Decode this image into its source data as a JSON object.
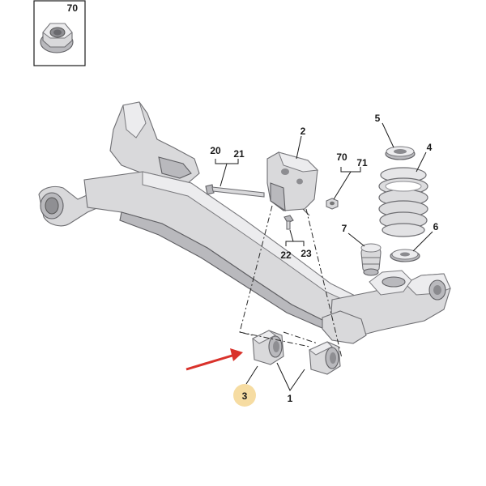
{
  "inset": {
    "label": "70"
  },
  "callouts": {
    "c1": "1",
    "c2": "2",
    "c3": "3",
    "c4": "4",
    "c5": "5",
    "c6": "6",
    "c7": "7",
    "c20": "20",
    "c21": "21",
    "c22": "22",
    "c23": "23",
    "c70": "70",
    "c71": "71"
  },
  "colors": {
    "highlight_circle": "#f6dca2",
    "arrow": "#d9322b",
    "part_fill": "#d9d9db",
    "outline": "#6e6e72"
  },
  "icons": {
    "inset": "hex-flange-nut-icon",
    "arrow": "red-pointer-arrow-icon"
  }
}
